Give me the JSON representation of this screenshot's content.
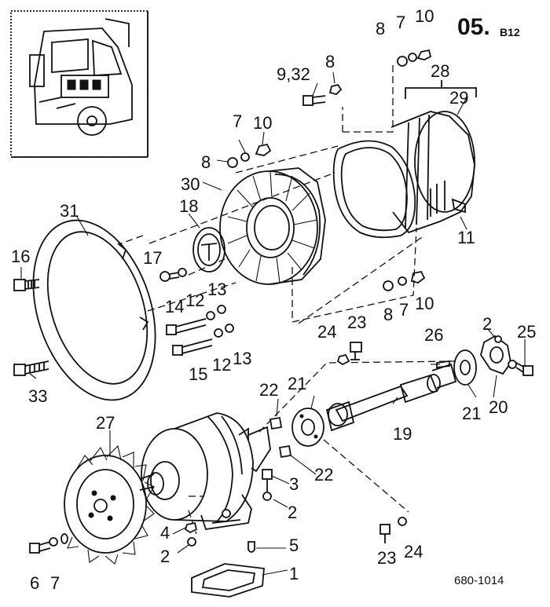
{
  "section": {
    "number": "05.",
    "suffix": "B12"
  },
  "figure_ref": "680-1014",
  "callouts": [
    "1",
    "2",
    "2",
    "2",
    "3",
    "4",
    "5",
    "6",
    "7",
    "7",
    "7",
    "7",
    "8",
    "8",
    "8",
    "8",
    "9,32",
    "10",
    "10",
    "10",
    "11",
    "12",
    "12",
    "13",
    "13",
    "14",
    "15",
    "16",
    "17",
    "18",
    "19",
    "20",
    "21",
    "21",
    "22",
    "22",
    "23",
    "23",
    "24",
    "24",
    "25",
    "26",
    "27",
    "28",
    "29",
    "30",
    "31",
    "33"
  ],
  "inset": {
    "description_icon": "truck-cab-inset"
  }
}
